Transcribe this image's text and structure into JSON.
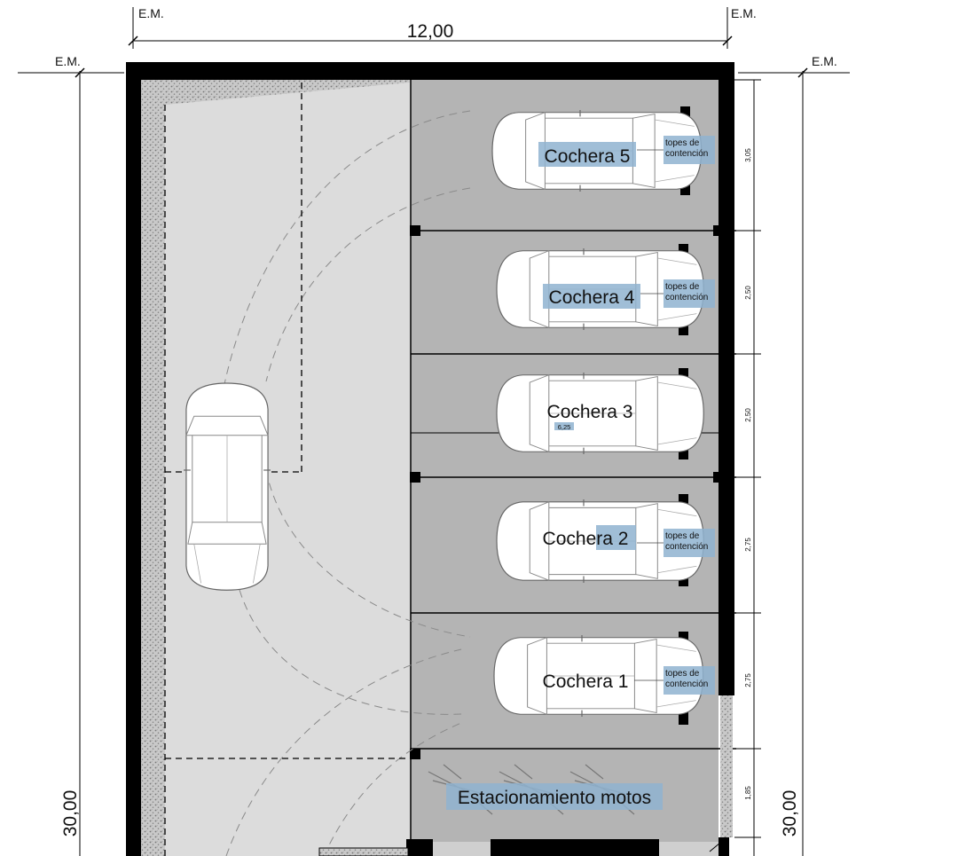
{
  "levels": {
    "top_left": "E.M.",
    "top_right": "E.M.",
    "side_left": "E.M.",
    "side_right": "E.M."
  },
  "dimensions": {
    "width_total": "12,00",
    "length_left": "30,00",
    "length_right": "30,00",
    "bay_5": "3,05",
    "bay_4": "2,50",
    "bay_3": "2,50",
    "bay_2": "2,75",
    "bay_1": "2,75",
    "bay_motos": "1,85",
    "interior_dim": "6,25"
  },
  "spaces": [
    {
      "label": "Cochera 5",
      "note": "topes de contención"
    },
    {
      "label": "Cochera 4",
      "note": "topes de contención"
    },
    {
      "label": "Cochera 3",
      "note": ""
    },
    {
      "label": "Cochera 2",
      "note": "topes de contención"
    },
    {
      "label": "Cochera 1",
      "note": "topes de contención"
    }
  ],
  "motos": {
    "label": "Estacionamiento motos"
  },
  "colors": {
    "wall": "#000000",
    "aisle": "#dcdcdc",
    "bay": "#b4b4b4",
    "highlight": "#8fb3d0",
    "hatch": "#bdbdbd"
  }
}
